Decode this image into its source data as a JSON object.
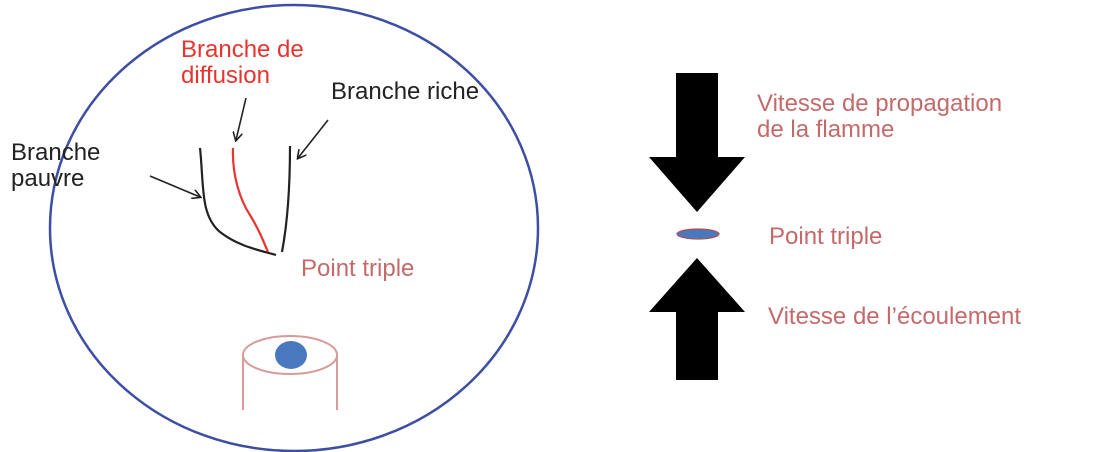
{
  "colors": {
    "circle": "#3d4fa5",
    "branch_dark": "#222222",
    "branch_red": "#e8342f",
    "label_rose": "#c46a6a",
    "dot_blue": "#4a78bf",
    "tube": "#d99a9a",
    "arrow": "#000000"
  },
  "left": {
    "branche_diffusion": [
      "Branche de",
      "diffusion"
    ],
    "branche_riche": "Branche riche",
    "branche_pauvre": [
      "Branche",
      "pauvre"
    ],
    "point_triple": "Point triple"
  },
  "right": {
    "vitesse_propagation": [
      "Vitesse de propagation",
      "de la flamme"
    ],
    "point_triple": "Point triple",
    "vitesse_ecoulement": "Vitesse de l’écoulement"
  }
}
